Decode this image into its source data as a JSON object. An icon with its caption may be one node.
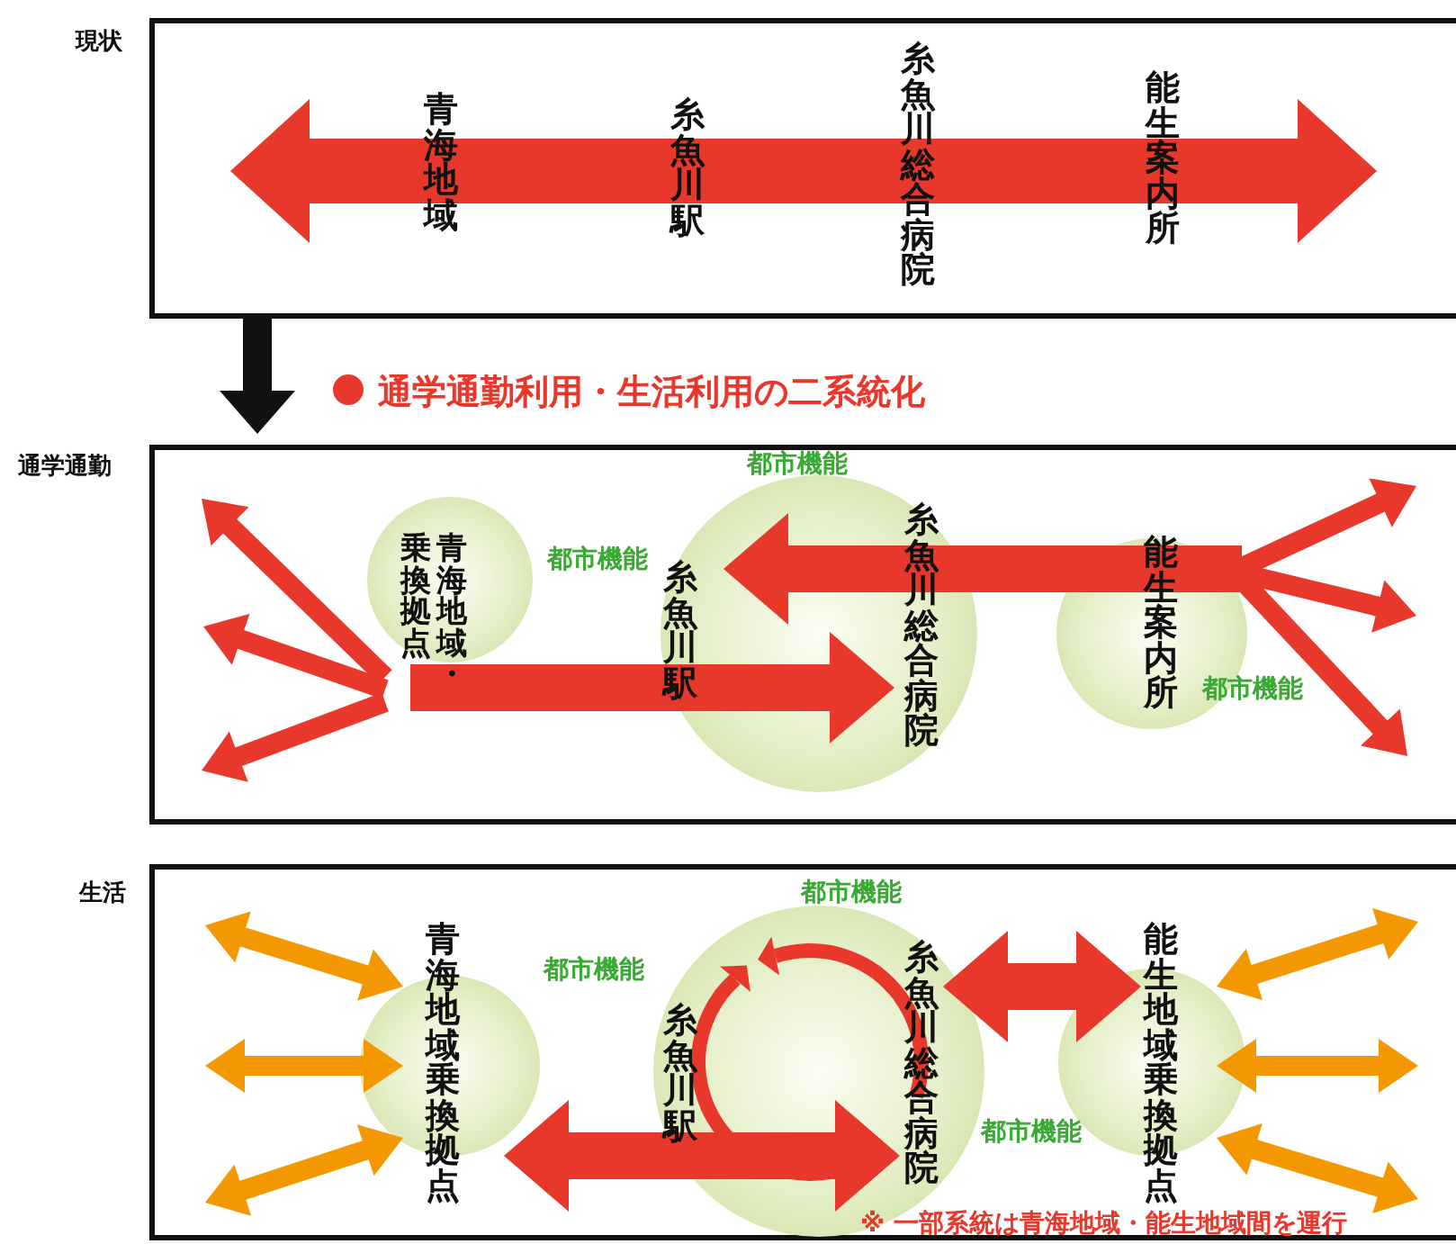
{
  "diagram": {
    "nodes": [
      {
        "text": [
          "現状",
          "青海地域",
          "糸魚川駅",
          "糸魚川総合病院",
          "能生案内所"
        ]
      },
      {
        "text": [
          "通学通勤"
        ]
      },
      {
        "text": [
          "青海地域・乗換拠点"
        ],
        "beside": [
          "都市機能"
        ],
        "in": 1
      },
      {
        "text": [
          "糸魚川駅",
          "糸魚川総合病院"
        ],
        "beside": [
          "都市機能"
        ],
        "in": 1
      },
      {
        "text": [
          "能生案内所"
        ],
        "beside": [
          "都市機能"
        ],
        "in": 1
      },
      {
        "text": [
          "生活"
        ]
      },
      {
        "text": [
          "青海地域乗換拠点"
        ],
        "beside": [
          "都市機能"
        ],
        "in": 5
      },
      {
        "text": [
          "糸魚川駅",
          "糸魚川総合病院"
        ],
        "beside": [
          "都市機能"
        ],
        "in": 5
      },
      {
        "text": [
          "能生地域乗換拠点"
        ],
        "beside": [
          "都市機能"
        ],
        "in": 5
      }
    ],
    "edges": [
      {
        "from": 0,
        "to": 1,
        "arrow": "to",
        "color": "#111111"
      },
      {
        "from": 2,
        "to": null,
        "arrow": "to"
      },
      {
        "from": 2,
        "to": null,
        "arrow": "to"
      },
      {
        "from": 2,
        "to": null,
        "arrow": "to"
      },
      {
        "from": 2,
        "to": 3,
        "arrow": "to",
        "style": "thick"
      },
      {
        "from": 4,
        "to": 3,
        "arrow": "to",
        "style": "thick"
      },
      {
        "from": 4,
        "to": null,
        "arrow": "to"
      },
      {
        "from": 4,
        "to": null,
        "arrow": "to"
      },
      {
        "from": 4,
        "to": null,
        "arrow": "to"
      },
      {
        "from": 6,
        "to": null,
        "arrow": "both",
        "color": "#f39800"
      },
      {
        "from": 6,
        "to": null,
        "arrow": "both",
        "color": "#f39800"
      },
      {
        "from": 6,
        "to": null,
        "arrow": "both",
        "color": "#f39800"
      },
      {
        "from": 6,
        "to": 7,
        "arrow": "both",
        "style": "thick"
      },
      {
        "from": 7,
        "to": 8,
        "arrow": "both",
        "style": "thick"
      },
      {
        "from": 8,
        "to": null,
        "arrow": "both",
        "color": "#f39800"
      },
      {
        "from": 8,
        "to": null,
        "arrow": "both",
        "color": "#f39800"
      },
      {
        "from": 8,
        "to": null,
        "arrow": "both",
        "color": "#f39800"
      }
    ],
    "labels": [
      "通学通勤利用・生活利用の二系統化",
      "※ 一部系統は青海地域・能生地域間を運行"
    ]
  }
}
